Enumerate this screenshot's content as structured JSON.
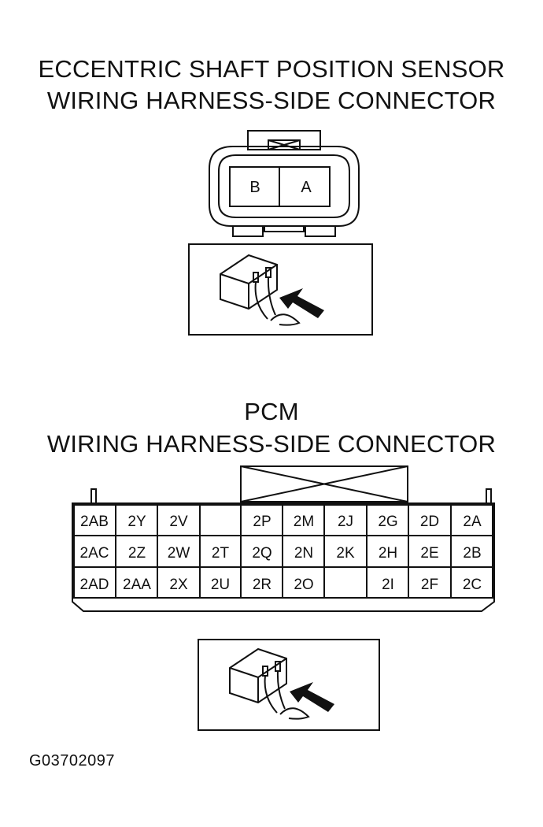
{
  "sensor_title": {
    "line1": "ECCENTRIC SHAFT POSITION SENSOR",
    "line2": "WIRING HARNESS-SIDE CONNECTOR"
  },
  "sensor_connector": {
    "pins": [
      "B",
      "A"
    ]
  },
  "pcm_title": {
    "line1": "PCM",
    "line2": "WIRING HARNESS-SIDE CONNECTOR"
  },
  "pcm_connector": {
    "rows": [
      [
        "2AB",
        "2Y",
        "2V",
        "",
        "2P",
        "2M",
        "2J",
        "2G",
        "2D",
        "2A"
      ],
      [
        "2AC",
        "2Z",
        "2W",
        "2T",
        "2Q",
        "2N",
        "2K",
        "2H",
        "2E",
        "2B"
      ],
      [
        "2AD",
        "2AA",
        "2X",
        "2U",
        "2R",
        "2O",
        "",
        "2I",
        "2F",
        "2C"
      ]
    ]
  },
  "figure_code": "G03702097"
}
